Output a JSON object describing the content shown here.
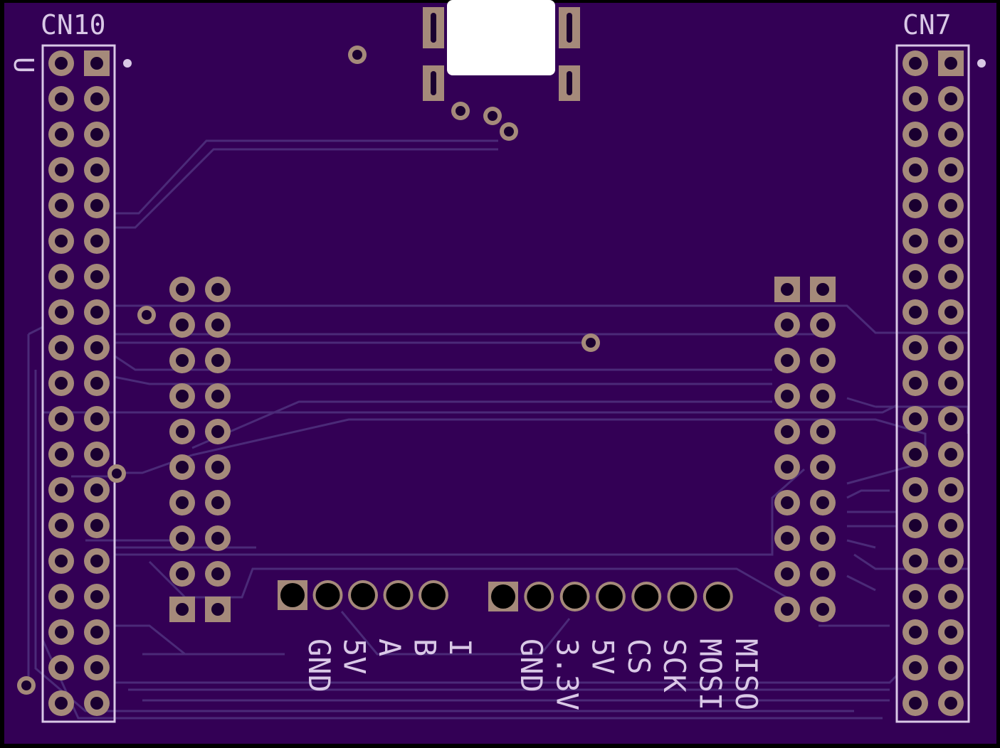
{
  "board": {
    "colors": {
      "outline": "#000000",
      "board": "#330055",
      "trace": "#4b2a78",
      "silk": "#d9c8e6",
      "pad": "#a58a7a",
      "hole": "#1a0030"
    },
    "labels": {
      "cn10": "CN10",
      "cn7": "CN7",
      "u": "U"
    },
    "connector_a_labels": [
      "GND",
      "5V",
      "A",
      "B",
      "I"
    ],
    "connector_b_labels": [
      "GND",
      "3.3V",
      "5V",
      "CS",
      "SCK",
      "MOSI",
      "MISO"
    ]
  }
}
